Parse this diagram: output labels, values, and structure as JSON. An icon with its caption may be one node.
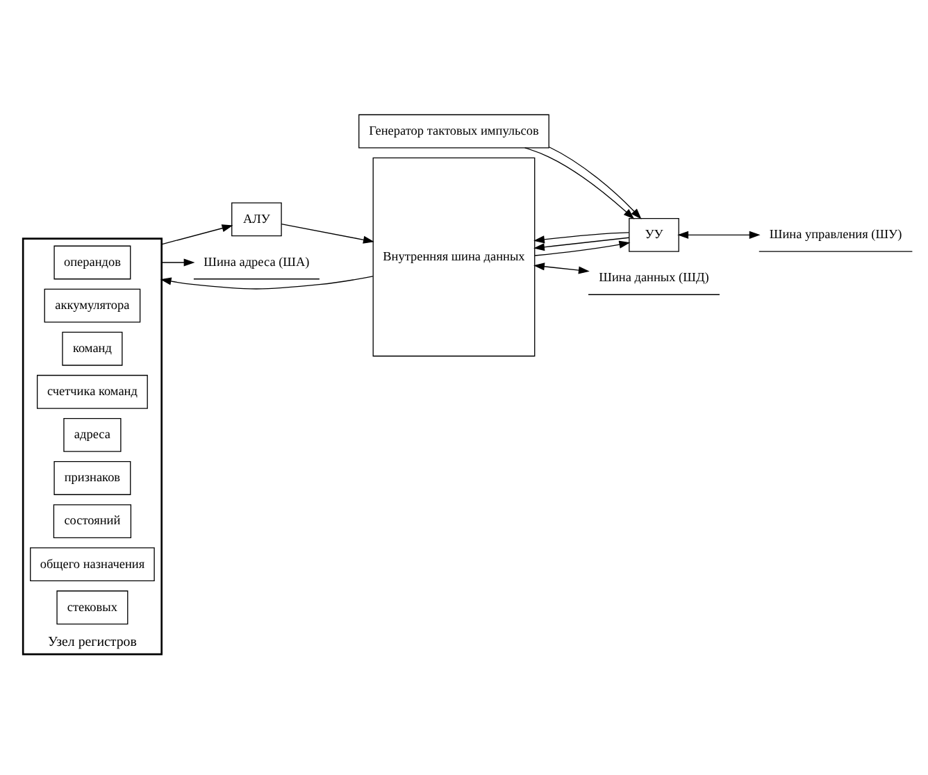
{
  "diagram": {
    "nodes": [
      {
        "text": [
          "Генератор тактовых импульсов"
        ]
      },
      {
        "text": [
          "УУ"
        ]
      },
      {
        "text": [
          "АЛУ"
        ]
      },
      {
        "text": [
          "Внутренняя шина данных"
        ]
      },
      {
        "text": [
          "Узел регистров"
        ]
      },
      {
        "text": [
          "операндов"
        ],
        "in": 4
      },
      {
        "text": [
          "аккумулятора"
        ],
        "in": 4
      },
      {
        "text": [
          "команд"
        ],
        "in": 4
      },
      {
        "text": [
          "счетчика команд"
        ],
        "in": 4
      },
      {
        "text": [
          "адреса"
        ],
        "in": 4
      },
      {
        "text": [
          "признаков"
        ],
        "in": 4
      },
      {
        "text": [
          "состояний"
        ],
        "in": 4
      },
      {
        "text": [
          "общего назначения"
        ],
        "in": 4
      },
      {
        "text": [
          "стековых"
        ],
        "in": 4
      },
      {
        "text": [
          "Шина управления (ШУ)"
        ]
      },
      {
        "text": [
          "Шина данных (ШД)"
        ]
      },
      {
        "text": [
          "Шина адреса (ША)"
        ]
      }
    ],
    "edges": [
      {
        "from": 0,
        "to": 1,
        "arrow": "to"
      },
      {
        "from": 0,
        "to": 1,
        "arrow": "to"
      },
      {
        "from": 1,
        "to": 3,
        "arrow": "to"
      },
      {
        "from": 1,
        "to": 3,
        "arrow": "to"
      },
      {
        "from": 3,
        "to": 1,
        "arrow": "to"
      },
      {
        "from": 1,
        "to": 14,
        "arrow": "both"
      },
      {
        "from": 2,
        "to": 3,
        "arrow": "to"
      },
      {
        "from": 3,
        "to": 4,
        "arrow": "to"
      },
      {
        "from": 4,
        "to": 2,
        "arrow": "to"
      },
      {
        "from": 3,
        "to": 15,
        "arrow": "both"
      },
      {
        "from": 4,
        "to": 16,
        "arrow": "to"
      }
    ]
  }
}
